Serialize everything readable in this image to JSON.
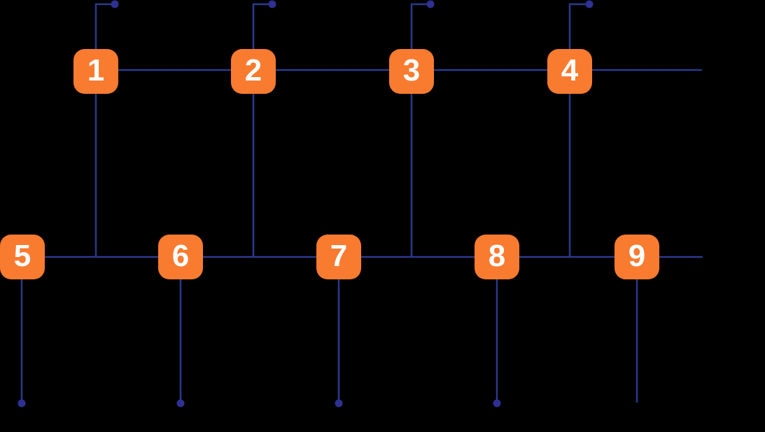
{
  "palette": {
    "background": "#000000",
    "node_fill": "#F97B30",
    "node_text": "#FFFFFF",
    "line": "#2B3A8C",
    "dot": "#2E3192"
  },
  "nodes": {
    "top": [
      {
        "label": "1"
      },
      {
        "label": "2"
      },
      {
        "label": "3"
      },
      {
        "label": "4"
      }
    ],
    "bottom": [
      {
        "label": "5"
      },
      {
        "label": "6"
      },
      {
        "label": "7"
      },
      {
        "label": "8"
      },
      {
        "label": "9"
      }
    ]
  }
}
